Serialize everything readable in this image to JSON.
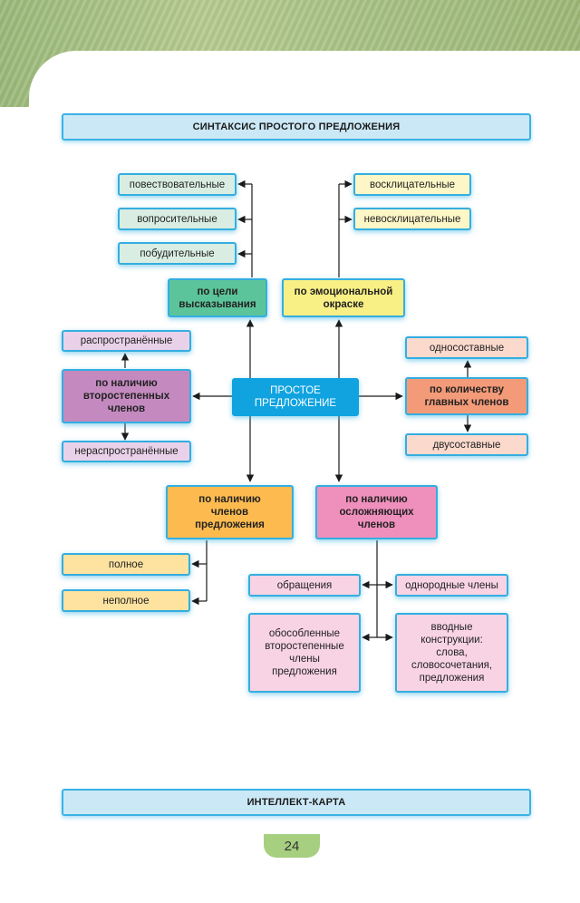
{
  "header": {
    "title": "СИНТАКСИС ПРОСТОГО ПРЕДЛОЖЕНИЯ"
  },
  "center": {
    "line1": "ПРОСТОЕ",
    "line2": "ПРЕДЛОЖЕНИЕ"
  },
  "purpose": {
    "label_line1": "по цели",
    "label_line2": "высказывания",
    "items": [
      "повествовательные",
      "вопросительные",
      "побудительные"
    ]
  },
  "emotion": {
    "label_line1": "по эмоциональной",
    "label_line2": "окраске",
    "items": [
      "восклицательные",
      "невосклицательные"
    ]
  },
  "secondary": {
    "label_line1": "по наличию",
    "label_line2": "второстепенных",
    "label_line3": "членов",
    "items": [
      "распространённые",
      "нераспространённые"
    ]
  },
  "main_members": {
    "label_line1": "по количеству",
    "label_line2": "главных членов",
    "items": [
      "односоставные",
      "двусоставные"
    ]
  },
  "members": {
    "label_line1": "по наличию",
    "label_line2": "членов",
    "label_line3": "предложения",
    "items": [
      "полное",
      "неполное"
    ]
  },
  "complicating": {
    "label_line1": "по наличию",
    "label_line2": "осложняющих",
    "label_line3": "членов",
    "items": [
      "обращения",
      "однородные члены",
      [
        "обособленные",
        "второстепенные",
        "члены",
        "предложения"
      ],
      [
        "вводные",
        "конструкции:",
        "слова,",
        "словосочетания,",
        "предложения"
      ]
    ]
  },
  "footer": {
    "title": "ИНТЕЛЛЕКТ-КАРТА"
  },
  "page_number": "24"
}
